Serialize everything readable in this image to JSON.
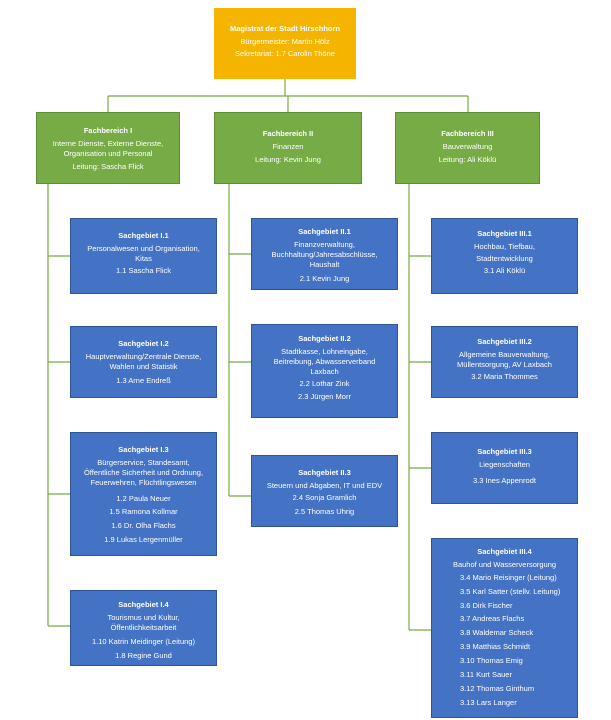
{
  "top": {
    "title": "Magistrat der Stadt Hirschhorn",
    "lines": [
      "Bürgermeister: Martin Hölz",
      "Sekretariat: 1.7 Carolin Thöne"
    ]
  },
  "departments": [
    {
      "title": "Fachbereich I",
      "lines": [
        "Interne Dienste, Externe Dienste,",
        "Organisation und Personal",
        "Leitung: Sascha Flick"
      ]
    },
    {
      "title": "Fachbereich II",
      "lines": [
        "Finanzen",
        "Leitung: Kevin Jung"
      ]
    },
    {
      "title": "Fachbereich III",
      "lines": [
        "Bauverwaltung",
        "Leitung: Ali Köklü"
      ]
    }
  ],
  "col1": [
    {
      "title": "Sachgebiet I.1",
      "desc": [
        "Personalwesen und Organisation,",
        "Kitas"
      ],
      "people": [
        "1.1 Sascha Flick"
      ]
    },
    {
      "title": "Sachgebiet I.2",
      "desc": [
        "Hauptverwaltung/Zentrale Dienste,",
        "Wahlen und Statistik"
      ],
      "people": [
        "1.3 Arne Endreß"
      ]
    },
    {
      "title": "Sachgebiet I.3",
      "desc": [
        "Bürgerservice, Standesamt,",
        "Öffentliche Sicherheit und Ordnung,",
        "Feuerwehren, Flüchtlingswesen"
      ],
      "people": [
        "1.2 Paula Neuer",
        "1.5 Ramona Kollmar",
        "1.6 Dr. Olha Flachs",
        "1.9 Lukas Lergenmüller"
      ]
    },
    {
      "title": "Sachgebiet I.4",
      "desc": [
        "Tourismus und Kultur,",
        "Öffentlichkeitsarbeit"
      ],
      "people": [
        "1.10 Katrin Meidinger (Leitung)",
        "1.8 Regine Gund"
      ]
    }
  ],
  "col2": [
    {
      "title": "Sachgebiet II.1",
      "desc": [
        "Finanzverwaltung,",
        "Buchhaltung/Jahresabschlüsse,",
        "Haushalt"
      ],
      "people": [
        "2.1 Kevin Jung"
      ]
    },
    {
      "title": "Sachgebiet II.2",
      "desc": [
        "Stadtkasse, Lohneingabe,",
        "Beitreibung, Abwasserverband",
        "Laxbach"
      ],
      "people": [
        "2.2 Lothar Zink",
        "2.3 Jürgen Morr"
      ]
    },
    {
      "title": "Sachgebiet II.3",
      "desc": [
        "Steuern und Abgaben, IT und EDV"
      ],
      "people": [
        "2.4 Sonja Gramlich",
        "2.5 Thomas Uhrig"
      ]
    }
  ],
  "col3": [
    {
      "title": "Sachgebiet III.1",
      "desc": [
        "Hochbau, Tiefbau,",
        "Stadtentwicklung"
      ],
      "people": [
        "3.1 Ali Köklü"
      ]
    },
    {
      "title": "Sachgebiet III.2",
      "desc": [
        "Allgemeine Bauverwaltung,",
        "Müllentsorgung, AV Laxbach"
      ],
      "people": [
        "3.2 Maria Thommes"
      ]
    },
    {
      "title": "Sachgebiet III.3",
      "desc": [
        "Liegenschaften"
      ],
      "people": [
        "3.3 Ines Appenrodt"
      ]
    },
    {
      "title": "Sachgebiet III.4",
      "desc": [
        "Bauhof und Wasserversorgung"
      ],
      "people": [
        "3.4 Mario Reisinger (Leitung)",
        "3.5 Karl Satter (stellv. Leitung)",
        "3.6 Dirk Fischer",
        "3.7 Andreas Flachs",
        "3.8 Waldemar Scheck",
        "3.9 Matthias Schmidt",
        "3.10 Thomas Emig",
        "3.11 Kurt Sauer",
        "3.12 Thomas Ginthum",
        "3.13 Lars Langer"
      ]
    }
  ],
  "colors": {
    "top": "#f5b400",
    "department": "#77ab45",
    "unit": "#4472c4",
    "connector": "#77ab45"
  }
}
